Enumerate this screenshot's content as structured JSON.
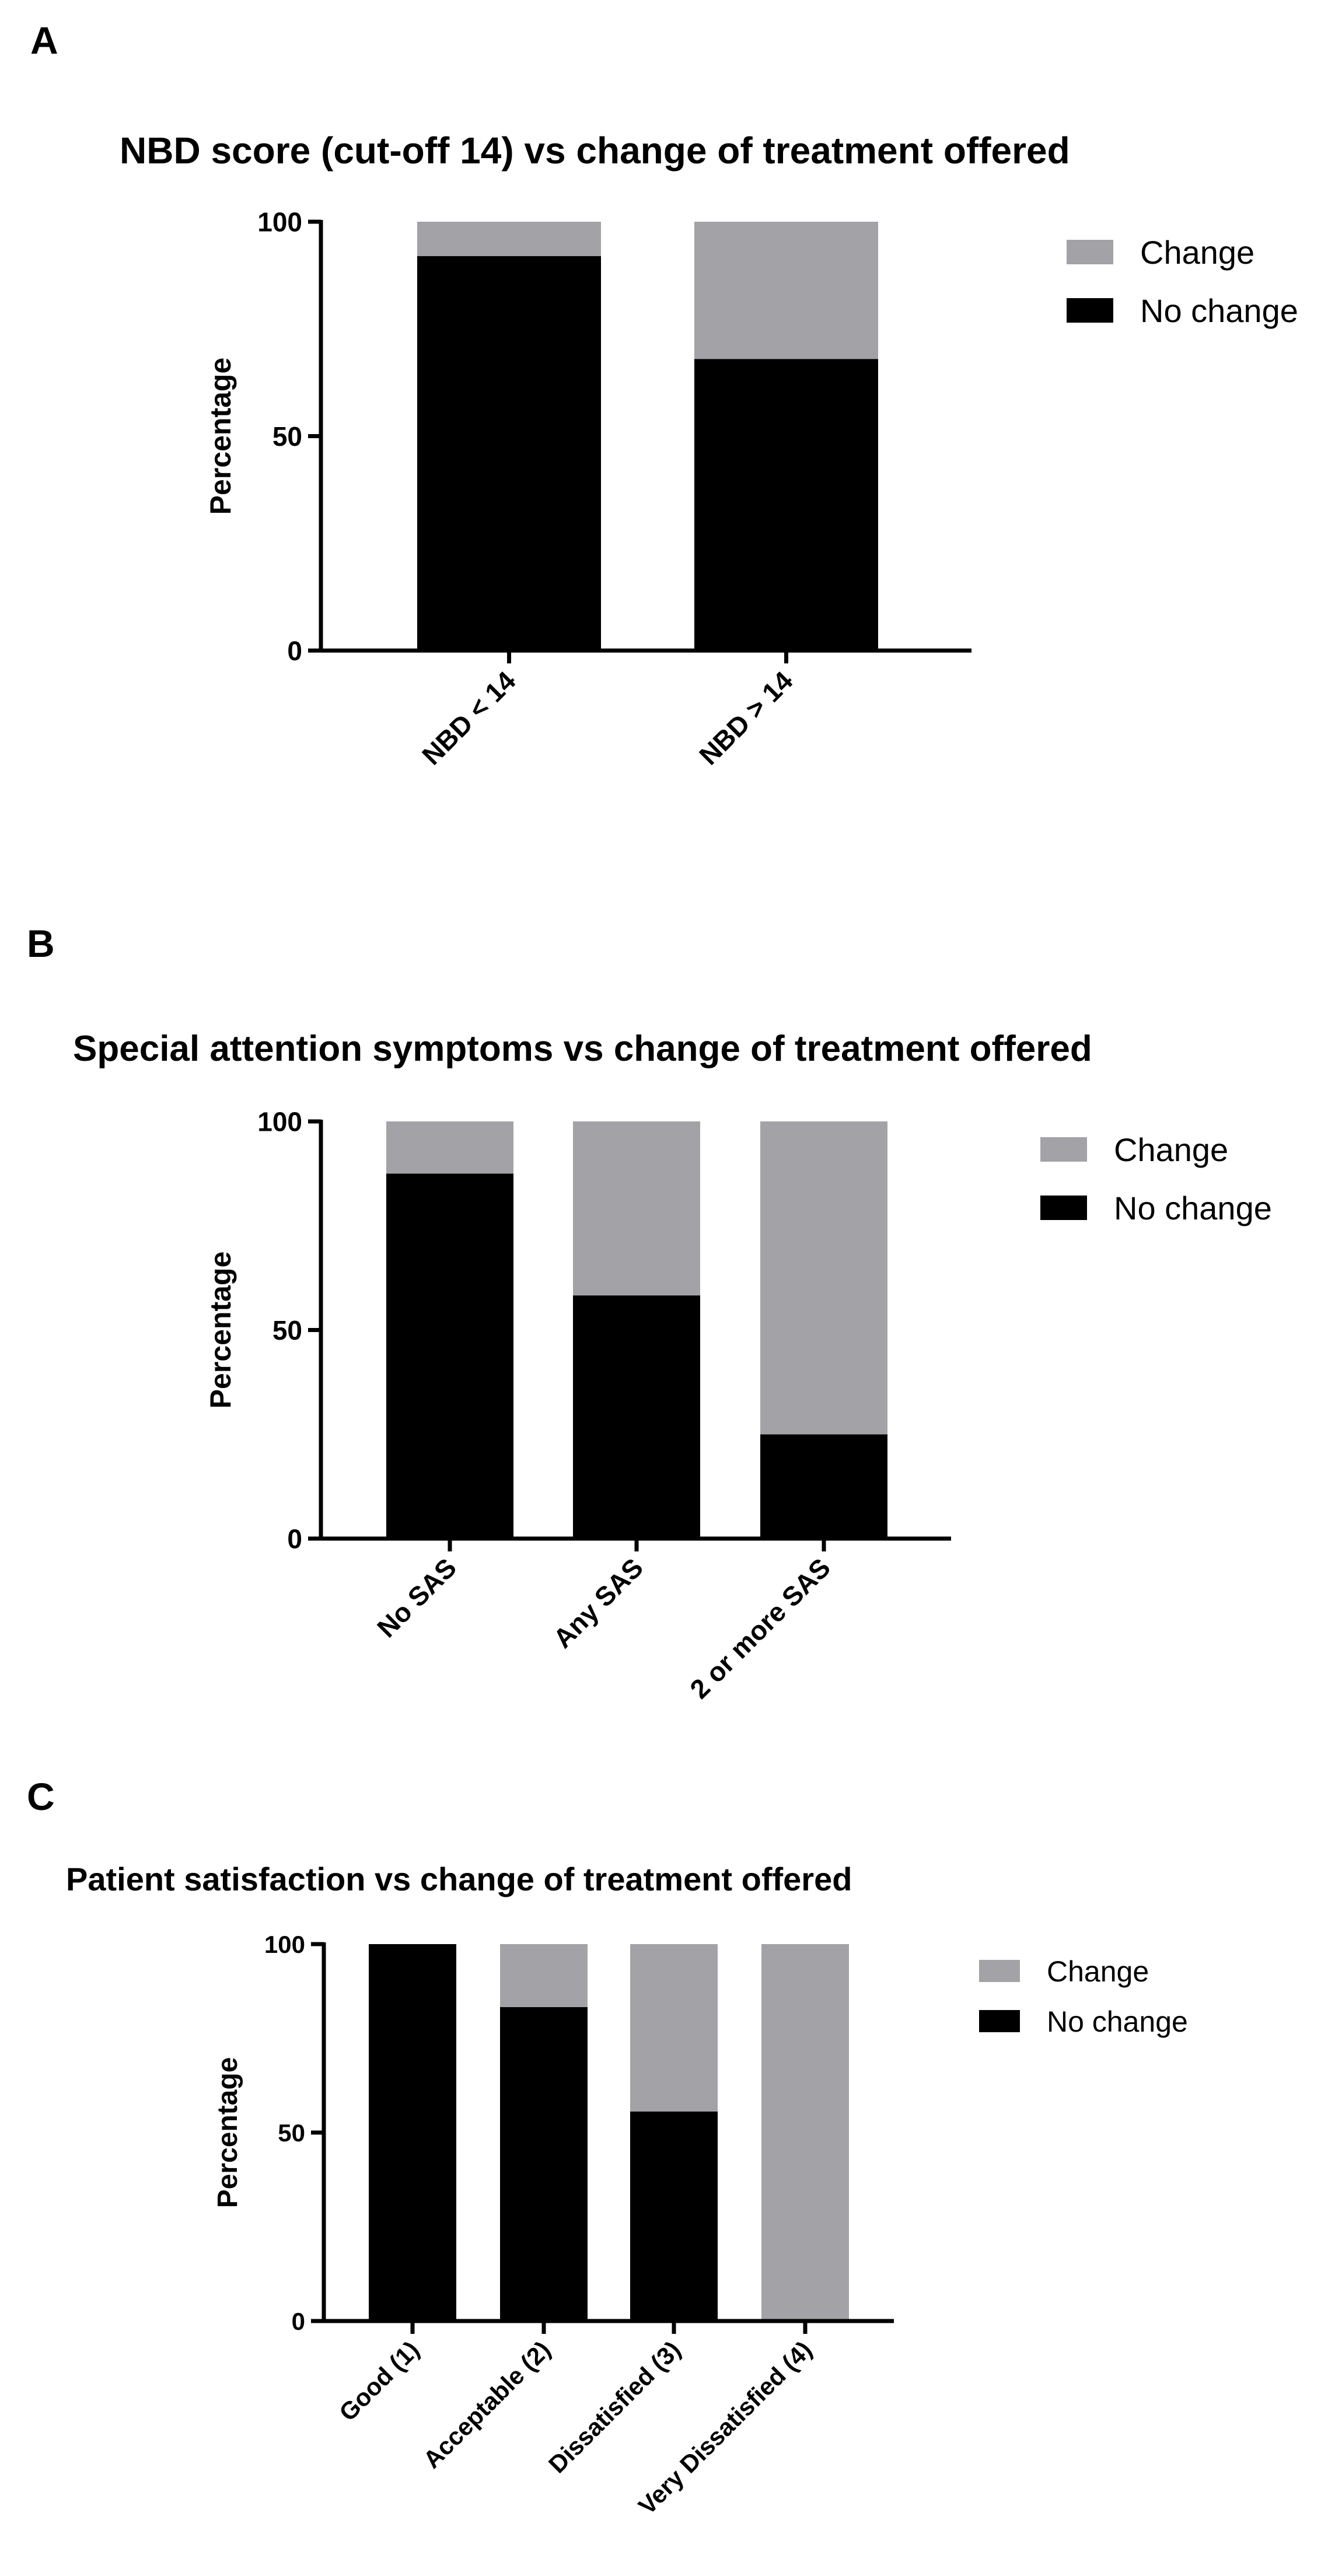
{
  "chart_data": [
    {
      "panel": "A",
      "type": "bar",
      "stacked": true,
      "title": "NBD score (cut-off 14) vs change of treatment offered",
      "xlabel": "",
      "ylabel": "Percentage",
      "ylim": [
        0,
        100
      ],
      "yticks": [
        "0",
        "50",
        "100"
      ],
      "categories": [
        "NBD < 14",
        "NBD > 14"
      ],
      "series": [
        {
          "name": "No change",
          "values": [
            92,
            68
          ],
          "color": "#000000"
        },
        {
          "name": "Change",
          "values": [
            8,
            32
          ],
          "color": "#a3a2a6"
        }
      ],
      "legend": [
        "Change",
        "No change"
      ],
      "legend_position": "right",
      "grid": false
    },
    {
      "panel": "B",
      "type": "bar",
      "stacked": true,
      "title": "Special attention symptoms vs change of treatment offered",
      "xlabel": "",
      "ylabel": "Percentage",
      "ylim": [
        0,
        100
      ],
      "yticks": [
        "0",
        "50",
        "100"
      ],
      "categories": [
        "No SAS",
        "Any SAS",
        "2 or more SAS"
      ],
      "series": [
        {
          "name": "No change",
          "values": [
            87.5,
            58.3,
            25
          ],
          "color": "#000000"
        },
        {
          "name": "Change",
          "values": [
            12.5,
            41.7,
            75
          ],
          "color": "#a3a2a6"
        }
      ],
      "legend": [
        "Change",
        "No change"
      ],
      "legend_position": "right",
      "grid": false
    },
    {
      "panel": "C",
      "type": "bar",
      "stacked": true,
      "title": "Patient satisfaction vs change of treatment offered",
      "xlabel": "",
      "ylabel": "Percentage",
      "ylim": [
        0,
        100
      ],
      "yticks": [
        "0",
        "50",
        "100"
      ],
      "categories": [
        "Good (1)",
        "Acceptable (2)",
        "Dissatisfied (3)",
        "Very Dissatisfied (4)"
      ],
      "series": [
        {
          "name": "No change",
          "values": [
            100,
            83.3,
            55.6,
            0
          ],
          "color": "#000000"
        },
        {
          "name": "Change",
          "values": [
            0,
            16.7,
            44.4,
            100
          ],
          "color": "#a3a2a6"
        }
      ],
      "legend": [
        "Change",
        "No change"
      ],
      "legend_position": "right",
      "grid": false
    }
  ]
}
